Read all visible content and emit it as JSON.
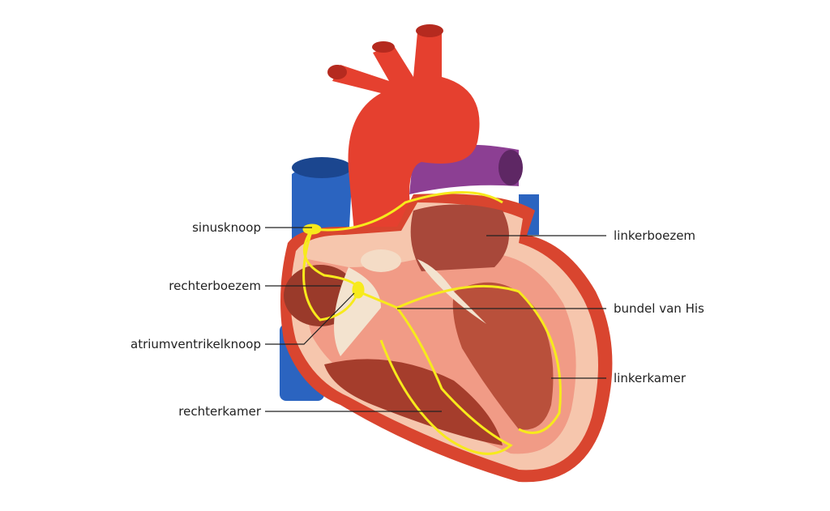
{
  "diagram": {
    "labels": {
      "sinusknoop": "sinusknoop",
      "rechterboezem": "rechterboezem",
      "atriumventrikelknoop": "atriumventrikelknoop",
      "rechterkamer": "rechterkamer",
      "linkerboezem": "linkerboezem",
      "bundel_van_his": "bundel van His",
      "linkerkamer": "linkerkamer"
    },
    "colors": {
      "aorta": "#e5402f",
      "vena_cava": "#2b64c0",
      "pulmonary": "#8c3f93",
      "myocardium": "#f19b86",
      "chamber": "#9a3a2a",
      "conduction": "#f7ea1c",
      "leader": "#222222"
    }
  }
}
